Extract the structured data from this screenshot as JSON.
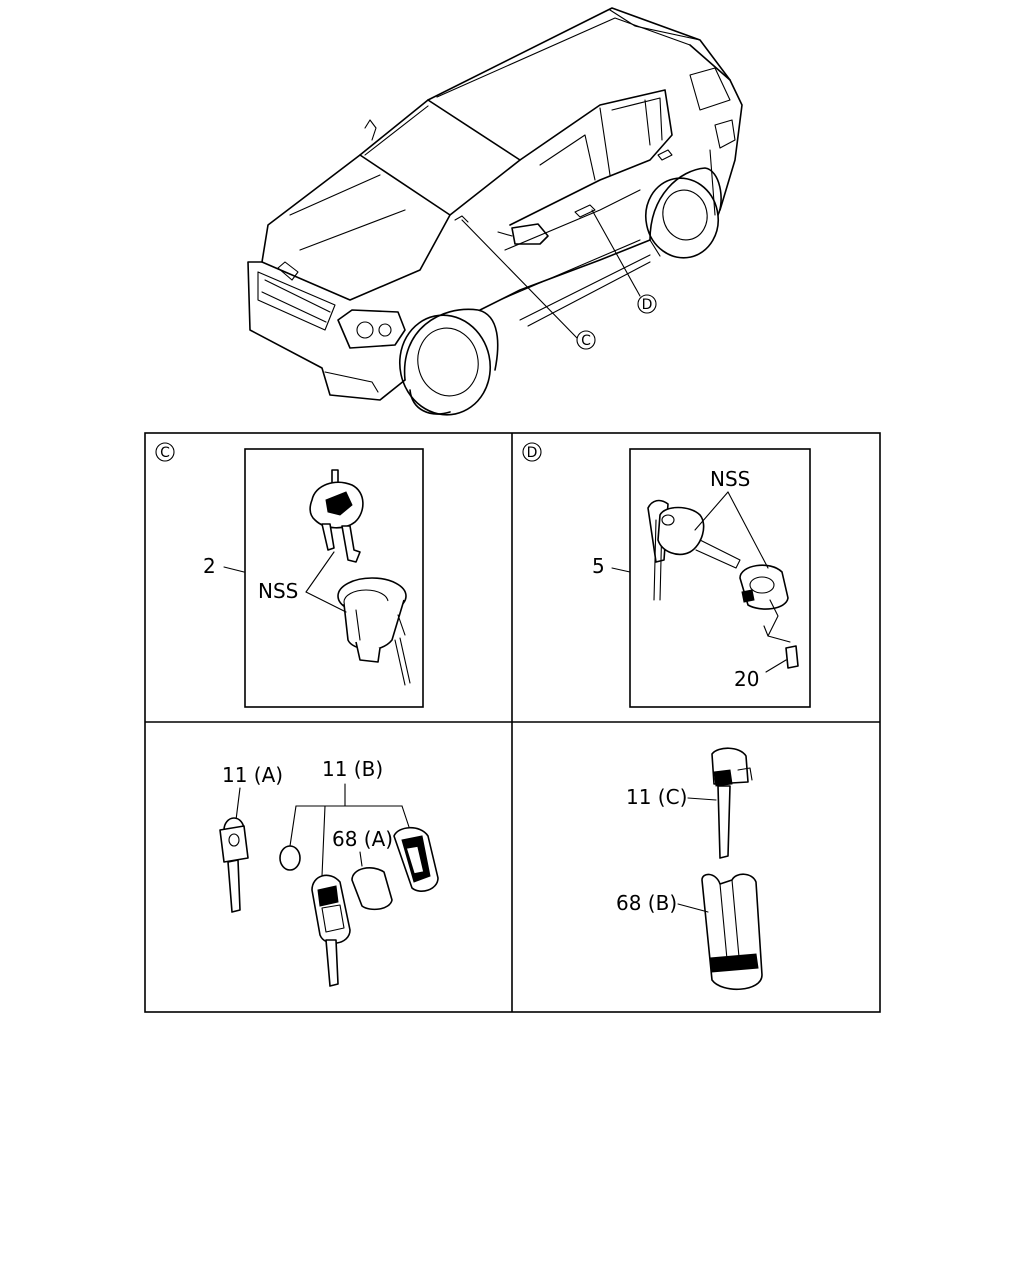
{
  "labels": {
    "callout_c": "C",
    "callout_d": "D",
    "panel_c": "C",
    "panel_d": "D",
    "part_2": "2",
    "nss_c": "NSS",
    "part_5": "5",
    "nss_d": "NSS",
    "part_20": "20",
    "part_11a": "11 (A)",
    "part_11b": "11 (B)",
    "part_68a": "68 (A)",
    "part_11c": "11 (C)",
    "part_68b": "68 (B)"
  }
}
